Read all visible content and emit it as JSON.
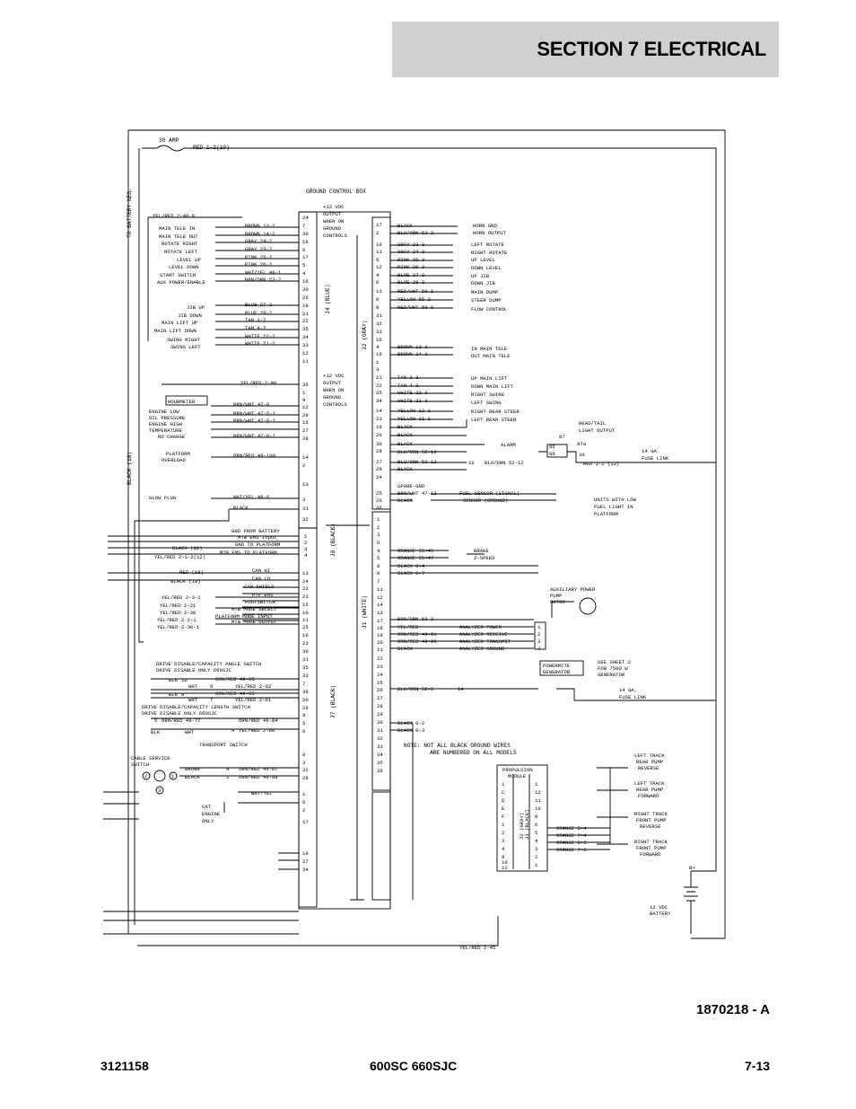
{
  "header": {
    "section_title": "SECTION 7   ELECTRICAL"
  },
  "diagram": {
    "ground_box_title": "GROUND CONTROL BOX",
    "fuse": "30 AMP",
    "fuse_wire": "RED 1-2(10)",
    "battery_neg": "TO BATTERY NEG.",
    "black_main": "BLACK (10)",
    "output_block_1": [
      "+12 VDC",
      "OUTPUT",
      "WHEN ON",
      "GROUND",
      "CONTROLS"
    ],
    "output_block_2": [
      "+12 VDC",
      "OUTPUT",
      "WHEN ON",
      "GROUND",
      "CONTROLS"
    ],
    "conn_j4": "J4 (BLUE)",
    "conn_j2": "J2 (GRAY)",
    "conn_j8": "J8 (BLACK)",
    "conn_j1": "J1 (WHITE)",
    "conn_j7": "J7 (BLACK)",
    "left_switch_labels": [
      "MAIN TELE IN",
      "MAIN TELE OUT",
      "ROTATE RIGHT",
      "ROTATE LEFT",
      "LEVEL UP",
      "LEVEL DOWN",
      "START SWITCH",
      "AUX POWER/ENABLE",
      "JIB UP",
      "JIB DOWN",
      "MAIN LIFT UP",
      "MAIN LIFT DOWN",
      "SWING RIGHT",
      "SWING LEFT"
    ],
    "left_wires": [
      "YEL/RED 2-40-9",
      "BROWN 13-2",
      "BROWN 14-2",
      "GRAY 24-2",
      "GRAY 23-2",
      "PINK 25-2",
      "PINK 26-2",
      "WHT/YEL 48-1",
      "BRN/ORN 53-2",
      "BLUE 27-2",
      "BLUE 28-2",
      "TAN 3-2",
      "TAN 4-2",
      "WHITE 22-2",
      "WHITE 21-2",
      "YEL/RED 2-40"
    ],
    "j4_pins_1": [
      "24",
      "7",
      "30",
      "18",
      "6",
      "17",
      "5",
      "4",
      "16",
      "20",
      "26",
      "19",
      "21",
      "22",
      "35",
      "34",
      "33",
      "12",
      "11"
    ],
    "j4_pins_2": [
      "36",
      "1",
      "9",
      "12",
      "29",
      "15",
      "27",
      "28",
      "14",
      "2",
      "13",
      "3",
      "31",
      "32"
    ],
    "hourmeter": "HOURMETER",
    "left_indicators": [
      "ENGINE LOW",
      "OIL PRESSURE",
      "ENGINE HIGH",
      "TEMPERATURE",
      "NO CHARGE",
      "PLATFORM",
      "OVERLOAD",
      "GLOW PLUG"
    ],
    "indicator_wires": [
      "BRN/WHT 47-8",
      "BRN/WHT 47-5-1",
      "BRN/WHT 47-6-1",
      "BRN/WHT 47-8-1",
      "ORN/RED 49-100",
      "WHT/YEL 48-6",
      "BLACK"
    ],
    "right_loads": [
      "HORN GND",
      "HORN OUTPUT",
      "LEFT ROTATE",
      "RIGHT ROTATE",
      "UP LEVEL",
      "DOWN LEVEL",
      "UP JIB",
      "DOWN JIB",
      "MAIN DUMP",
      "STEER DUMP",
      "FLOW CONTROL",
      "IN MAIN TELE",
      "OUT MAIN TELE",
      "UP MAIN LIFT",
      "DOWN MAIN LIFT",
      "RIGHT SWING",
      "LEFT SWING",
      "RIGHT REAR STEER",
      "LEFT REAR STEER"
    ],
    "j2_wires": [
      "BLACK",
      "BLU/ORN 52-2",
      "GRAY 23-3",
      "GRAY 24-3",
      "PINK 25-3",
      "PINK 26-3",
      "BLUE 27-3",
      "BLUE 28-3",
      "RED/WHT 50-1",
      "YELLOW 55-2",
      "RED/WHT 50-6",
      "BROWN 13-3",
      "BROWN 14-3",
      "TAN 3-3",
      "TAN 4-3",
      "WHITE 22-3",
      "WHITE 21-3",
      "YELLOW 12-1",
      "YELLOW 11-1",
      "BLACK",
      "BLACK",
      "BLACK",
      "BLU/ORN 52-10",
      "BLU/ORN 52-12",
      "BLACK",
      "SPARE-GND",
      "BRN/WHT 47-12",
      "BLACK"
    ],
    "j2_pins": [
      "17",
      "2",
      "10",
      "11",
      "5",
      "12",
      "4",
      "6",
      "13",
      "8",
      "9",
      "31",
      "32",
      "33",
      "15",
      "4",
      "16",
      "1",
      "3",
      "21",
      "22",
      "35",
      "34",
      "14",
      "23",
      "19",
      "20",
      "30",
      "28",
      "27",
      "29",
      "24",
      "25",
      "26",
      "36"
    ],
    "alarm": "ALARM",
    "relay_head_tail": [
      "HEAD/TAIL",
      "LIGHT OUTPUT"
    ],
    "relay_terms": [
      "87",
      "87a",
      "30",
      "85",
      "86"
    ],
    "fuse_link_1": [
      "14 GA.",
      "FUSE LINK"
    ],
    "red_wire": "RED 1-1 (12)",
    "blu_orn_52_12": "BLU/ORN 52-12",
    "pin_12": "12",
    "fuel_sensor": [
      "FUEL SENSOR (SIGNAL)",
      "SENSOR (GROUND)"
    ],
    "fuel_units": [
      "UNITS WITH LOW",
      "FUEL LIGHT IN",
      "PLATFORM"
    ],
    "j8_wires": [
      "GND FROM BATTERY",
      "MTB EMS Input",
      "GND TO PLATFORM",
      "MTB EMS TO PLATFORM",
      "BLACK (12)",
      "YEL/RED 2-1-2(12)"
    ],
    "j8_pins": [
      "1",
      "2",
      "3",
      "4"
    ],
    "can_wires": [
      "RED (18)",
      "BLACK (18)",
      "CAN HI",
      "CAN LO",
      "CAN SHIELD",
      "PTF EMS",
      "FOOTSWITCH",
      "MTB MODE SELECT",
      "PLATFORM MODE INPUT",
      "MTB MODE OUTPUT"
    ],
    "yel_red_wires": [
      "YEL/RED 2-3-1",
      "YEL/RED 2-21",
      "YEL/RED 2-30",
      "YEL/RED 2-2-1",
      "YEL/RED 2-30-1"
    ],
    "j7_pins": [
      "13",
      "24",
      "22",
      "23",
      "15",
      "10",
      "11",
      "25",
      "16",
      "23",
      "30",
      "31",
      "35",
      "33",
      "7",
      "36",
      "20",
      "26",
      "9",
      "5",
      "6",
      "8",
      "3",
      "32",
      "28",
      "1",
      "6",
      "2",
      "17",
      "19",
      "27",
      "34"
    ],
    "j1_pins": [
      "1",
      "2",
      "3",
      "6",
      "4",
      "5",
      "8",
      "9",
      "7",
      "11",
      "12",
      "14",
      "13",
      "17",
      "18",
      "19",
      "20",
      "21",
      "22",
      "23",
      "24",
      "25",
      "26",
      "27",
      "28",
      "29",
      "30",
      "31",
      "32",
      "33",
      "34",
      "35",
      "36"
    ],
    "j1_wires": [
      "ORANGE 55-45",
      "ORANGE 55-47",
      "BLACK 0-4",
      "BLACK 0-7",
      "BRN/ORN 53-2",
      "YEL/RED",
      "ORN/RED 49-91",
      "ORN/RED 49-90",
      "BLACK",
      "BLU/ORN 52-5",
      "BLACK 0-2",
      "BLACK 0-3"
    ],
    "brake": [
      "BRAKE",
      "2-SPEED"
    ],
    "aux_pump": [
      "AUXILIARY POWER",
      "PUMP",
      "MOTOR"
    ],
    "analyzer": [
      "ANALYZER POWER",
      "ANALYZER RECEIVE",
      "ANALYZER TRANSMIT",
      "ANALYZER GROUND"
    ],
    "analyzer_pins": [
      "1",
      "2",
      "3",
      "4"
    ],
    "powermite": [
      "POWERMITE",
      "GENERATOR"
    ],
    "see_sheet": [
      "SEE SHEET 2",
      "FOR 7500 W",
      "GENERATOR"
    ],
    "fuse_link_2": [
      "14 GA.",
      "FUSE LINK"
    ],
    "pin_14": "14",
    "note": [
      "NOTE: NOT ALL BLACK GROUND WIRES",
      "ARE NUMBERED ON ALL MODELS"
    ],
    "drive_disable": [
      "DRIVE DISABLE/CAPACITY ANGLE SWITCH",
      "DRIVE DISABLE ONLY 660SJC",
      "DRIVE DISABLE/CAPACITY LENGTH SWITCH",
      "DRIVE DISABLE ONLY 660SJC"
    ],
    "drive_wires": [
      "BLK",
      "WHT",
      "BLK",
      "WHT",
      "ORN/RED 49-66",
      "YEL/RED 2-62",
      "ORN/RED 49-65",
      "YEL/RED 2-61",
      "ORN/RED 49-77",
      "ORN/RED 49-84",
      "YEL/RED 2-60",
      "BLK",
      "WHT"
    ],
    "drive_pins": [
      "10",
      "9",
      "8",
      "7",
      "5",
      "4"
    ],
    "transport_switch": "TRANSPORT SWITCH",
    "cable_service": [
      "CABLE SERVICE",
      "SWITCH"
    ],
    "cable_wires": [
      "BROWN",
      "BLACK",
      "ORN/RED 49-87",
      "ORN/RED 49-88"
    ],
    "cable_pins": [
      "2",
      "1",
      "4",
      "1",
      "3"
    ],
    "cat_engine": [
      "CAT",
      "ENGINE",
      "ONLY"
    ],
    "cat_wire": "WHT/YEL",
    "propulsion": [
      "PROPULSION",
      "MODULE"
    ],
    "prop_conn": [
      "J2 (GRAY)",
      "J1 (BLACK)"
    ],
    "prop_pins_left": [
      "1",
      "C",
      "D",
      "E",
      "F",
      "1",
      "2",
      "3",
      "4",
      "9",
      "10",
      "12"
    ],
    "prop_pins_right": [
      "1",
      "12",
      "11",
      "10",
      "9",
      "6",
      "5",
      "4",
      "3",
      "2",
      "1"
    ],
    "orange_wires": [
      "ORANGE 8-4",
      "ORANGE 7-4",
      "ORANGE 8-3",
      "ORANGE 7-3"
    ],
    "track_pumps": [
      "LEFT TRACK",
      "REAR PUMP",
      "REVERSE",
      "LEFT TRACK",
      "REAR PUMP",
      "FORWARD",
      "RIGHT TRACK",
      "FRONT PUMP",
      "REVERSE",
      "RIGHT TRACK",
      "FRONT PUMP",
      "FORWARD"
    ],
    "battery": [
      "12 VDC",
      "BATTERY"
    ],
    "b_plus": "B+",
    "bottom_wire": "YEL/RED 2-45"
  },
  "drawing_number": "1870218 - A",
  "footer": {
    "left": "3121158",
    "center": "600SC 660SJC",
    "right": "7-13"
  }
}
